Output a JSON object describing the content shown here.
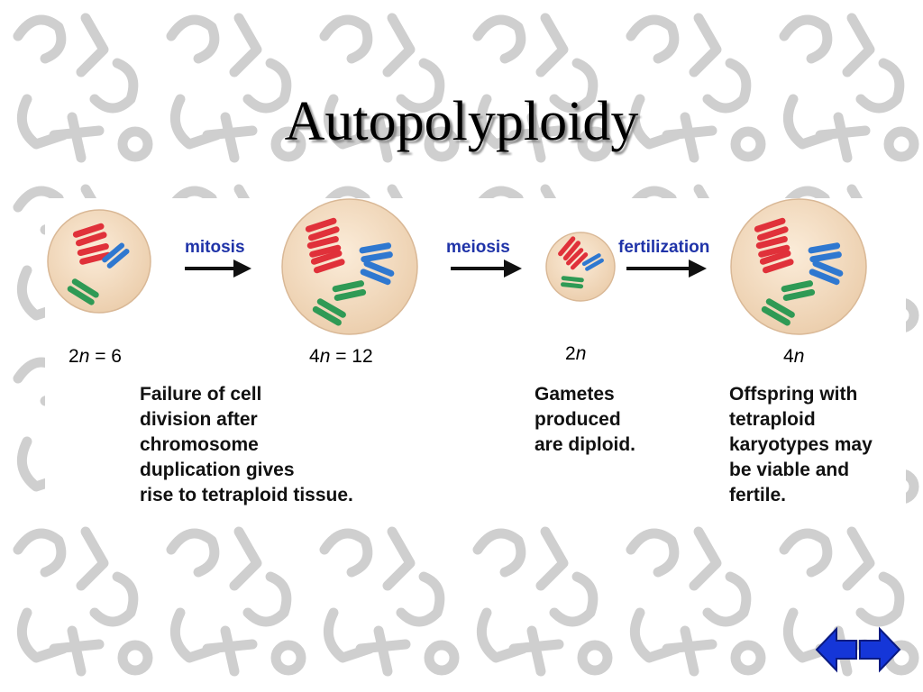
{
  "slide": {
    "title": "Autopolyploidy"
  },
  "stages": [
    {
      "ploidy_prefix": "2",
      "ploidy_var": "n",
      "ploidy_suffix": " = 6"
    },
    {
      "ploidy_prefix": "4",
      "ploidy_var": "n",
      "ploidy_suffix": " = 12"
    },
    {
      "ploidy_prefix": "2",
      "ploidy_var": "n",
      "ploidy_suffix": ""
    },
    {
      "ploidy_prefix": "4",
      "ploidy_var": "n",
      "ploidy_suffix": ""
    }
  ],
  "arrows": [
    {
      "label": "mitosis"
    },
    {
      "label": "meiosis"
    },
    {
      "label": "fertilization"
    }
  ],
  "descriptions": {
    "mitosis": [
      "Failure of cell",
      "division after",
      "chromosome",
      "duplication gives",
      "rise to tetraploid tissue."
    ],
    "gametes": [
      "Gametes",
      "produced",
      "are diploid."
    ],
    "offspring": [
      "Offspring with",
      "tetraploid",
      "karyotypes may",
      "be viable and",
      "fertile."
    ]
  },
  "colors": {
    "chromosome_red": "#e0313a",
    "chromosome_blue": "#2f78d0",
    "chromosome_green": "#2f9a55",
    "cell_fill": "#f3dcc2",
    "arrow_label": "#1f33a8",
    "nav_blue": "#1536d8"
  },
  "icons": {
    "nav_back": "arrow-left-icon",
    "nav_forward": "arrow-right-icon"
  }
}
